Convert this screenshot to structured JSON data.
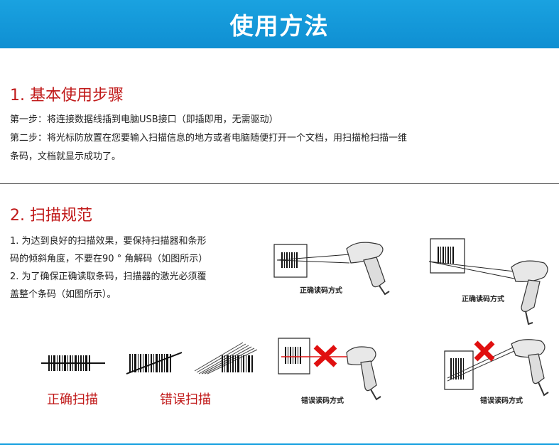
{
  "header": {
    "title": "使用方法"
  },
  "section1": {
    "title": "1. 基本使用步骤",
    "lines": [
      "第一步：将连接数据线插到电脑USB接口（即插即用，无需驱动）",
      "第二步：将光标防放置在您要输入扫描信息的地方或者电脑随便打开一个文档，用扫描枪扫描一维",
      "条码，文档就显示成功了。"
    ]
  },
  "section2": {
    "title": "2. 扫描规范",
    "lines": [
      "1. 为达到良好的扫描效果，要保持扫描器和条形",
      "码的倾斜角度，不要在90 ° 角解码（如图所示）",
      "2. 为了确保正确读取条码，扫描器的激光必须覆",
      "盖整个条码（如图所示）。"
    ],
    "correct_label": "正确扫描",
    "wrong_label": "错误扫描",
    "captions": {
      "correct_1": "正确读码方式",
      "correct_2": "正确读码方式",
      "wrong_1": "错误读码方式",
      "wrong_2": "错误读码方式"
    }
  },
  "colors": {
    "banner": "#1aa2e0",
    "heading_red": "#c01818",
    "cross_red": "#e01010"
  }
}
